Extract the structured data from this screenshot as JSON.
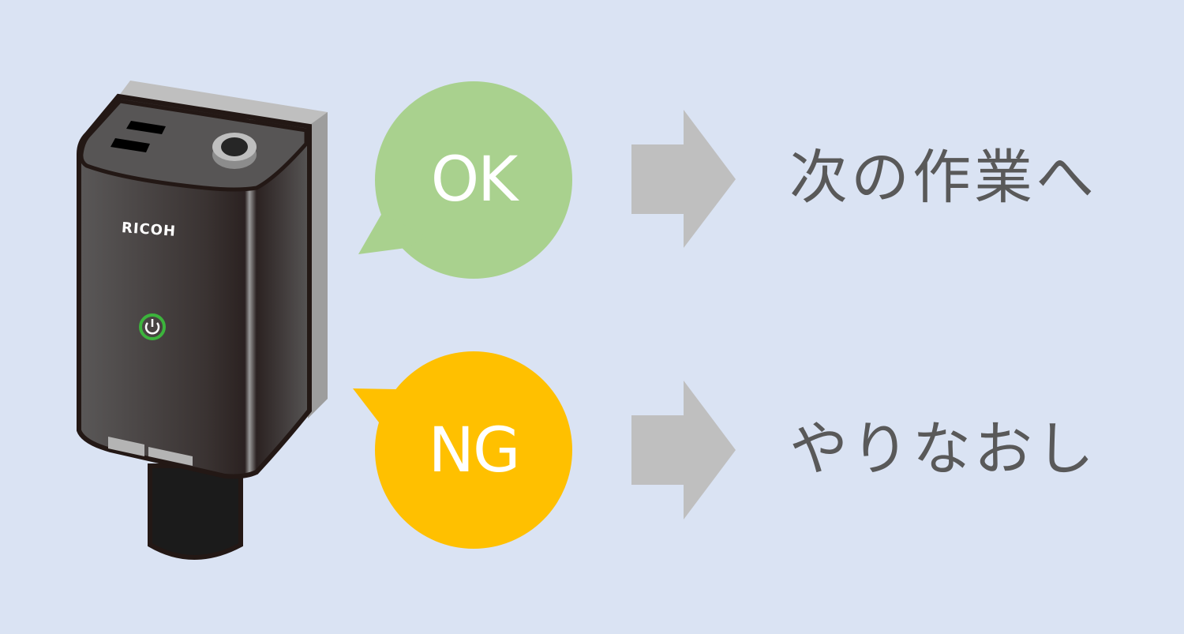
{
  "device": {
    "brand": "RICOH",
    "power_icon": "power-icon",
    "indicator_color": "#3cb43c"
  },
  "outcomes": [
    {
      "label": "OK",
      "color": "#a9d18e",
      "result": "次の作業へ",
      "arrow_icon": "right-arrow-icon"
    },
    {
      "label": "NG",
      "color": "#ffc000",
      "result": "やりなおし",
      "arrow_icon": "right-arrow-icon"
    }
  ],
  "colors": {
    "background": "#dae3f3",
    "arrow": "#bfbfbf",
    "text": "#595959"
  }
}
